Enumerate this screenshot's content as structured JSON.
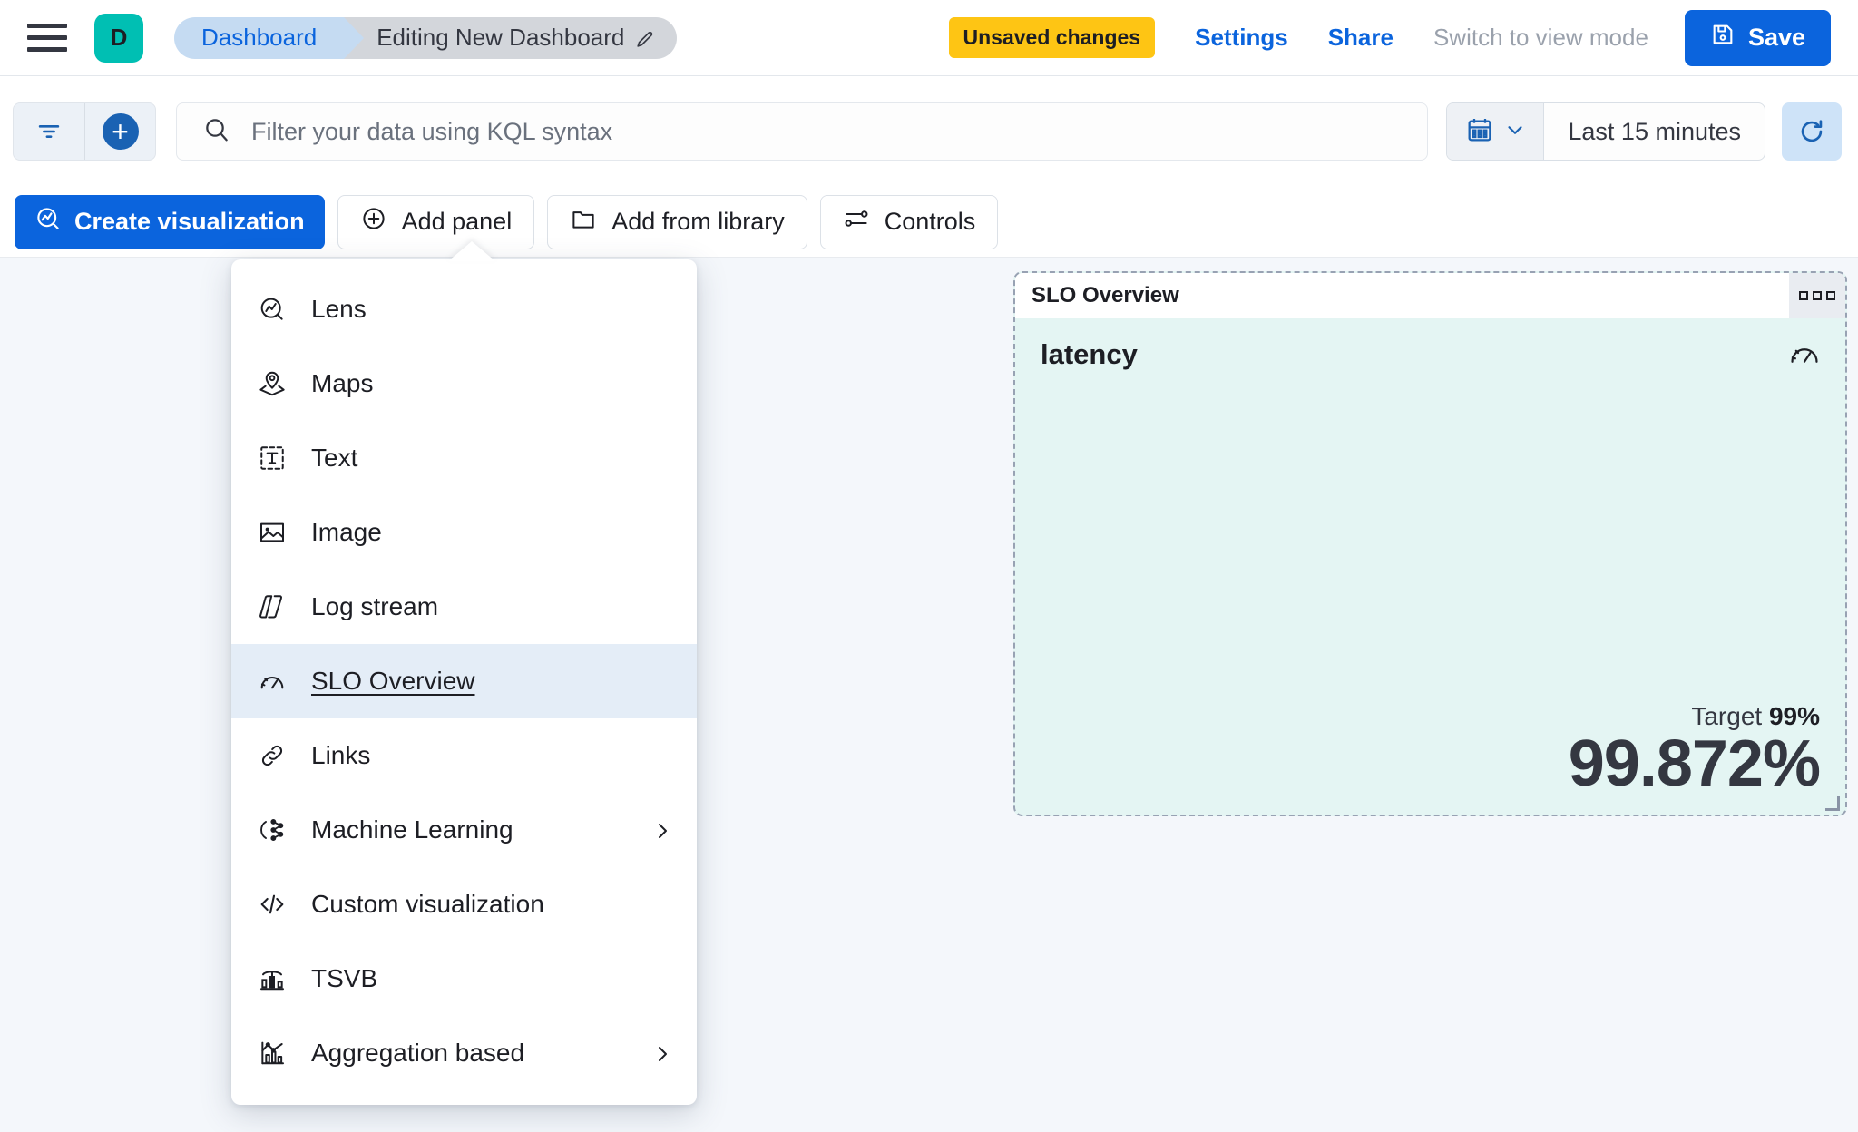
{
  "header": {
    "menu_icon": "hamburger-menu-icon",
    "space_initial": "D",
    "breadcrumb": {
      "first": "Dashboard",
      "last": "Editing New Dashboard",
      "edit_icon": "pencil-icon"
    },
    "unsaved_badge": "Unsaved changes",
    "settings_link": "Settings",
    "share_link": "Share",
    "view_mode_link": "Switch to view mode",
    "save_label": "Save",
    "save_icon": "save-disk-icon"
  },
  "querybar": {
    "filter_icon": "filter-icon",
    "add_filter_icon": "plus-circle-icon",
    "search_icon": "search-icon",
    "placeholder": "Filter your data using KQL syntax",
    "value": "",
    "calendar_icon": "calendar-icon",
    "chevron_icon": "chevron-down-icon",
    "time_range": "Last 15 minutes",
    "refresh_icon": "refresh-icon"
  },
  "actionbar": {
    "create_visualization": "Create visualization",
    "create_visualization_icon": "lens-icon",
    "add_panel": "Add panel",
    "add_panel_icon": "plus-circle-outline-icon",
    "add_from_library": "Add from library",
    "add_from_library_icon": "folder-icon",
    "controls": "Controls",
    "controls_icon": "controls-sliders-icon"
  },
  "popover": {
    "items": [
      {
        "label": "Lens",
        "icon": "lens-icon",
        "has_submenu": false,
        "selected": false
      },
      {
        "label": "Maps",
        "icon": "map-pin-icon",
        "has_submenu": false,
        "selected": false
      },
      {
        "label": "Text",
        "icon": "text-box-icon",
        "has_submenu": false,
        "selected": false
      },
      {
        "label": "Image",
        "icon": "image-icon",
        "has_submenu": false,
        "selected": false
      },
      {
        "label": "Log stream",
        "icon": "log-stream-icon",
        "has_submenu": false,
        "selected": false
      },
      {
        "label": "SLO Overview",
        "icon": "gauge-icon",
        "has_submenu": false,
        "selected": true
      },
      {
        "label": "Links",
        "icon": "link-icon",
        "has_submenu": false,
        "selected": false
      },
      {
        "label": "Machine Learning",
        "icon": "ml-icon",
        "has_submenu": true,
        "selected": false
      },
      {
        "label": "Custom visualization",
        "icon": "code-icon",
        "has_submenu": false,
        "selected": false
      },
      {
        "label": "TSVB",
        "icon": "tsvb-icon",
        "has_submenu": false,
        "selected": false
      },
      {
        "label": "Aggregation based",
        "icon": "agg-chart-icon",
        "has_submenu": true,
        "selected": false
      }
    ]
  },
  "panel": {
    "title": "SLO Overview",
    "context_menu_icon": "panel-context-menu-icon",
    "slo_name": "latency",
    "slo_icon": "gauge-icon",
    "target_label": "Target",
    "target_value": "99%",
    "sli_value": "99.872%",
    "resize_handle_icon": "resize-handle-icon"
  },
  "colors": {
    "accent_blue": "#0B64DD",
    "warning_yellow": "#FEC514",
    "space_teal": "#00BFB3",
    "panel_success_bg": "#E4F5F3",
    "menu_selected_bg": "#E4EDF7",
    "page_bg": "#F4F7FB"
  }
}
